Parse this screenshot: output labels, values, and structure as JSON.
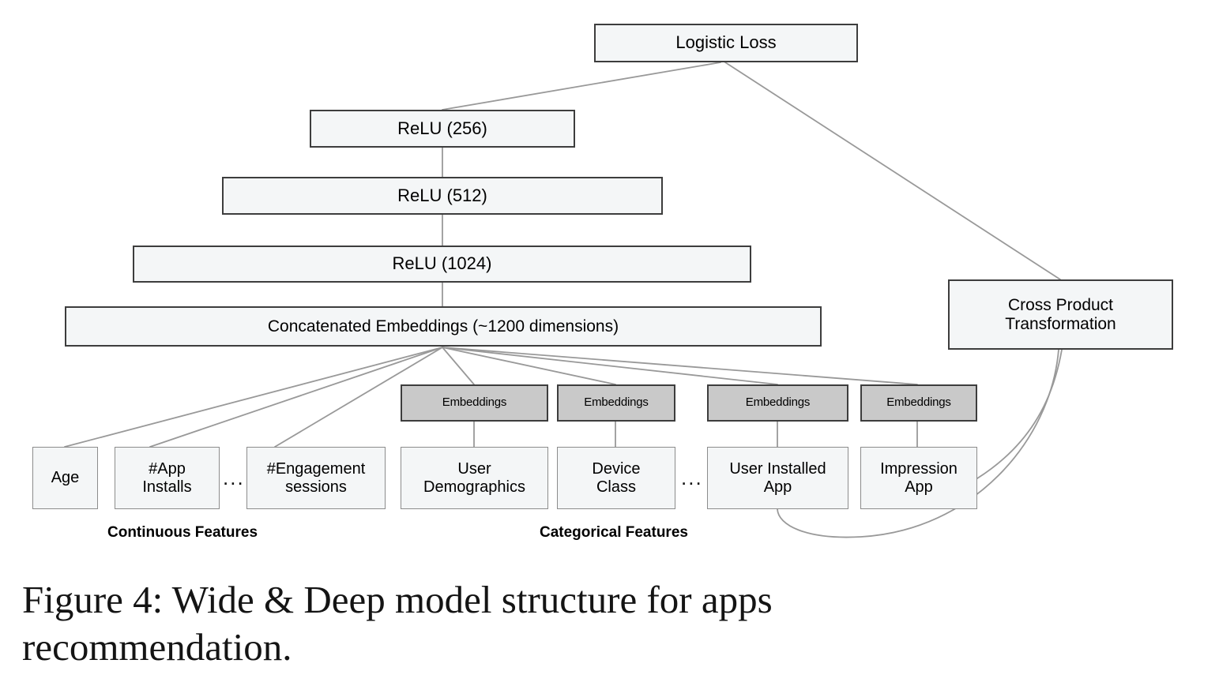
{
  "figure": {
    "caption_line1": "Figure 4:  Wide & Deep model structure for apps",
    "caption_line2": "recommendation."
  },
  "colors": {
    "node_fill_light": "#f4f6f7",
    "node_fill_gray": "#c9c9c9",
    "node_border_dark": "#3d3d3d",
    "node_border_light": "#8c8c8c",
    "edge": "#999999",
    "text": "#000000",
    "background": "#ffffff"
  },
  "diagram": {
    "loss": {
      "label": "Logistic Loss"
    },
    "deep_layers": [
      {
        "label": "ReLU (256)"
      },
      {
        "label": "ReLU (512)"
      },
      {
        "label": "ReLU (1024)"
      }
    ],
    "concat": {
      "label": "Concatenated Embeddings (~1200 dimensions)"
    },
    "wide": {
      "label_line1": "Cross Product",
      "label_line2": "Transformation"
    },
    "embeddings": [
      {
        "label": "Embeddings"
      },
      {
        "label": "Embeddings"
      },
      {
        "label": "Embeddings"
      },
      {
        "label": "Embeddings"
      }
    ],
    "continuous_features": [
      {
        "label": "Age"
      },
      {
        "label": "#App\nInstalls"
      },
      {
        "label": "#Engagement\nsessions"
      }
    ],
    "categorical_features": [
      {
        "label": "User\nDemographics"
      },
      {
        "label": "Device\nClass"
      },
      {
        "label": "User Installed\nApp"
      },
      {
        "label": "Impression\nApp"
      }
    ],
    "ellipses": [
      "...",
      "...",
      "..."
    ],
    "group_labels": {
      "continuous": "Continuous Features",
      "categorical": "Categorical Features"
    }
  }
}
